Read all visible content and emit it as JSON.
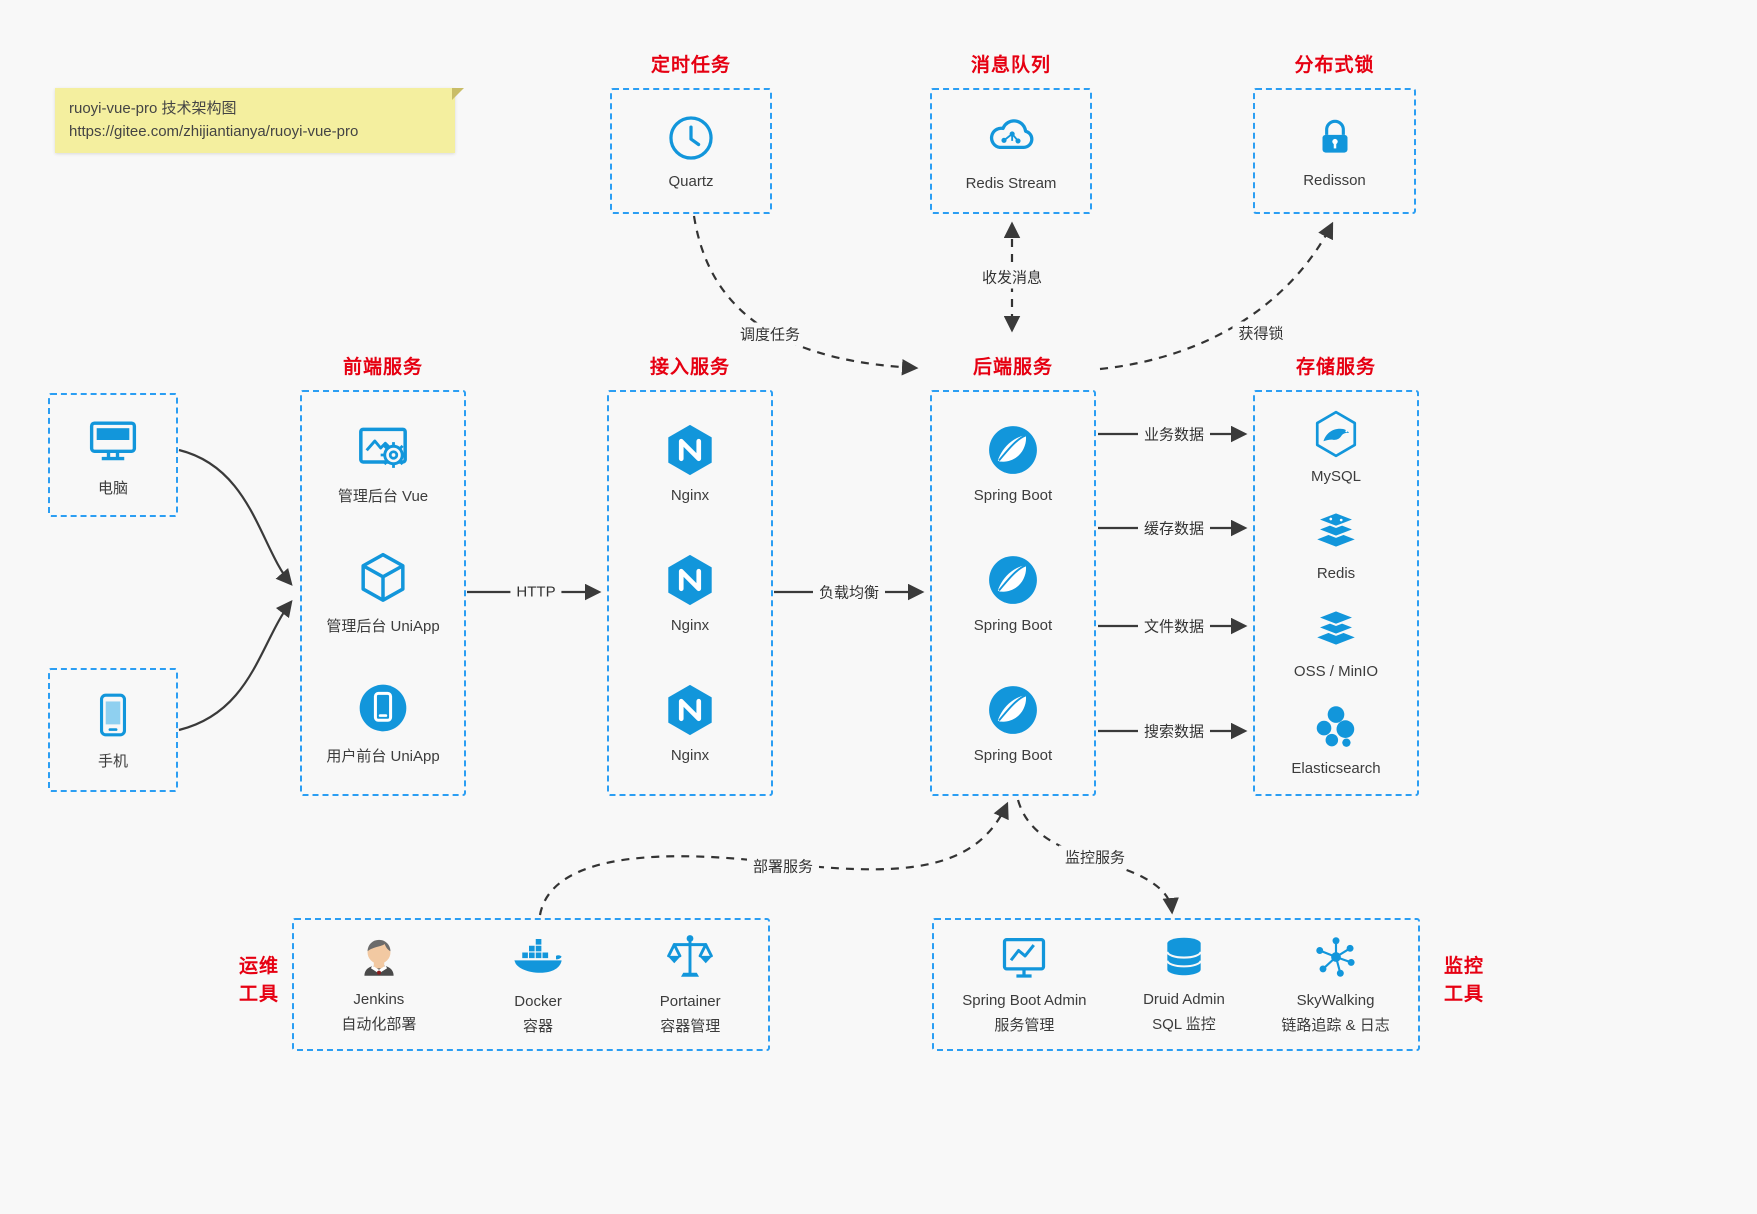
{
  "note": {
    "line1": "ruoyi-vue-pro 技术架构图",
    "line2": "https://gitee.com/zhijiantianya/ruoyi-vue-pro"
  },
  "top_boxes": [
    {
      "title": "定时任务",
      "icon": "clock-icon",
      "label": "Quartz"
    },
    {
      "title": "消息队列",
      "icon": "cloud-network-icon",
      "label": "Redis Stream"
    },
    {
      "title": "分布式锁",
      "icon": "lock-icon",
      "label": "Redisson"
    }
  ],
  "clients": [
    {
      "icon": "desktop-icon",
      "label": "电脑"
    },
    {
      "icon": "smartphone-icon",
      "label": "手机"
    }
  ],
  "frontend": {
    "title": "前端服务",
    "items": [
      {
        "icon": "admin-vue-icon",
        "label": "管理后台 Vue"
      },
      {
        "icon": "uniapp-cube-icon",
        "label": "管理后台 UniApp"
      },
      {
        "icon": "user-app-icon",
        "label": "用户前台 UniApp"
      }
    ]
  },
  "gateway": {
    "title": "接入服务",
    "items": [
      {
        "icon": "nginx-icon",
        "label": "Nginx"
      },
      {
        "icon": "nginx-icon",
        "label": "Nginx"
      },
      {
        "icon": "nginx-icon",
        "label": "Nginx"
      }
    ]
  },
  "backend": {
    "title": "后端服务",
    "items": [
      {
        "icon": "spring-boot-icon",
        "label": "Spring Boot"
      },
      {
        "icon": "spring-boot-icon",
        "label": "Spring Boot"
      },
      {
        "icon": "spring-boot-icon",
        "label": "Spring Boot"
      }
    ]
  },
  "storage": {
    "title": "存储服务",
    "items": [
      {
        "icon": "mysql-icon",
        "label": "MySQL"
      },
      {
        "icon": "redis-stack-icon",
        "label": "Redis"
      },
      {
        "icon": "storage-stack-icon",
        "label": "OSS / MinIO"
      },
      {
        "icon": "elasticsearch-icon",
        "label": "Elasticsearch"
      }
    ]
  },
  "ops": {
    "title_line1": "运维",
    "title_line2": "工具",
    "items": [
      {
        "icon": "jenkins-icon",
        "name": "Jenkins",
        "desc": "自动化部署"
      },
      {
        "icon": "docker-icon",
        "name": "Docker",
        "desc": "容器"
      },
      {
        "icon": "portainer-icon",
        "name": "Portainer",
        "desc": "容器管理"
      }
    ]
  },
  "monitoring_tools": {
    "title_line1": "监控",
    "title_line2": "工具",
    "items": [
      {
        "icon": "spring-boot-admin-icon",
        "name": "Spring Boot Admin",
        "desc": "服务管理"
      },
      {
        "icon": "druid-icon",
        "name": "Druid Admin",
        "desc": "SQL 监控"
      },
      {
        "icon": "skywalking-icon",
        "name": "SkyWalking",
        "desc": "链路追踪 & 日志"
      }
    ]
  },
  "edge_labels": {
    "http": "HTTP",
    "load_balance": "负载均衡",
    "schedule": "调度任务",
    "message": "收发消息",
    "lock": "获得锁",
    "business_data": "业务数据",
    "cache_data": "缓存数据",
    "file_data": "文件数据",
    "search_data": "搜索数据",
    "deploy": "部署服务",
    "monitoring": "监控服务"
  },
  "colors": {
    "accent_blue": "#1296db",
    "border_blue": "#2b9ef3",
    "title_red": "#e60012",
    "note_yellow": "#f4ef9f",
    "background": "#f8f8f8"
  }
}
